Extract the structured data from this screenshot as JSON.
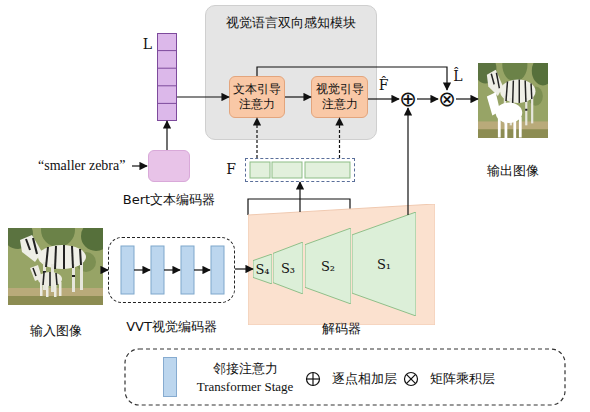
{
  "diagram": {
    "nodes": [
      {
        "text": [
          "视觉语言双向感知模块"
        ]
      },
      {
        "text": [
          "文本引导注意力"
        ],
        "in": 0
      },
      {
        "text": [
          "视觉引导注意力"
        ],
        "in": 0
      },
      {
        "text": [
          "L"
        ]
      },
      {
        "text": [
          "Bert文本编码器"
        ]
      },
      {
        "text": [
          "F"
        ]
      },
      {
        "text": [
          "⊕"
        ]
      },
      {
        "text": [
          "⊗"
        ]
      },
      {
        "text": [
          "输出图像"
        ]
      },
      {
        "text": [
          "输入图像"
        ]
      },
      {
        "text": [
          "VVT视觉编码器"
        ]
      },
      {
        "text": [
          "解码器"
        ]
      },
      {
        "text": [
          "S₄"
        ],
        "in": 11
      },
      {
        "text": [
          "S₃"
        ],
        "in": 11
      },
      {
        "text": [
          "S₂"
        ],
        "in": 11
      },
      {
        "text": [
          "S₁"
        ],
        "in": 11
      }
    ],
    "edges": [
      {
        "from": 3,
        "to": 1,
        "arrow": "to"
      },
      {
        "from": 4,
        "to": 3,
        "arrow": "to"
      },
      {
        "from": 5,
        "to": 1,
        "arrow": "to"
      },
      {
        "from": 5,
        "to": 2,
        "arrow": "to"
      },
      {
        "from": 1,
        "to": 2,
        "arrow": "to"
      },
      {
        "from": 2,
        "to": 6,
        "label": "F̂",
        "arrow": "to"
      },
      {
        "from": 1,
        "to": 7,
        "label": "L̂",
        "arrow": "to"
      },
      {
        "from": 6,
        "to": 7,
        "arrow": "to"
      },
      {
        "from": 7,
        "to": 8,
        "arrow": "to"
      },
      {
        "from": 9,
        "to": 10,
        "arrow": "to"
      },
      {
        "from": 10,
        "to": 12,
        "arrow": "to"
      },
      {
        "from": 11,
        "to": 5,
        "arrow": "to"
      },
      {
        "from": 15,
        "to": 6,
        "arrow": "to"
      }
    ],
    "labels": [
      "“smaller zebra”"
    ],
    "legend": [
      {
        "text": "邻接注意力 Transformer Stage",
        "color": "#bcd6ee"
      },
      {
        "text": "逐点相加层"
      },
      {
        "text": "矩阵乘积层"
      }
    ]
  }
}
